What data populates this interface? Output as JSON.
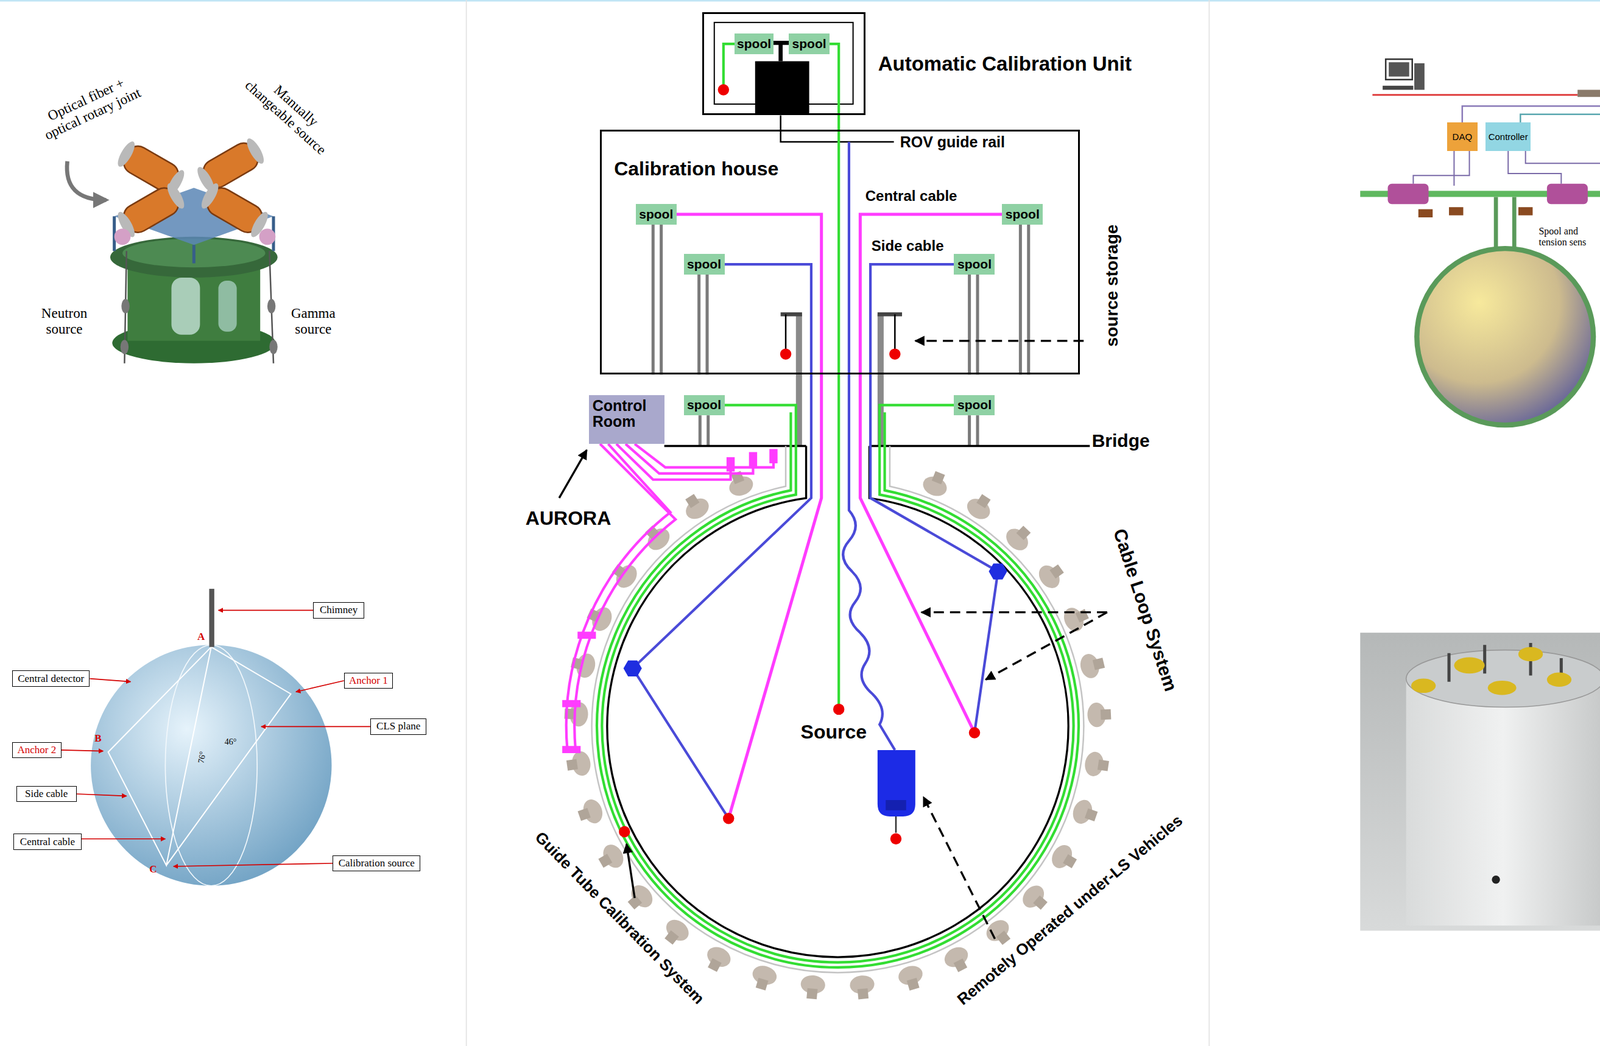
{
  "diagram": {
    "nodes": [
      {
        "text": [
          "Automatic Calibration Unit"
        ]
      },
      {
        "text": [
          "spool"
        ],
        "in": 0
      },
      {
        "text": [
          "spool"
        ],
        "in": 0
      },
      {
        "text": [
          "Calibration house"
        ]
      },
      {
        "text": [
          "spool"
        ],
        "in": 3
      },
      {
        "text": [
          "spool"
        ],
        "in": 3
      },
      {
        "text": [
          "spool"
        ],
        "in": 3
      },
      {
        "text": [
          "spool"
        ],
        "in": 3
      },
      {
        "text": [
          "Control Room"
        ]
      },
      {
        "text": [
          "spool"
        ]
      },
      {
        "text": [
          "spool"
        ]
      },
      {
        "text": [
          "DAQ"
        ]
      },
      {
        "text": [
          "Controller"
        ]
      },
      {
        "text": [
          "Chimney"
        ]
      },
      {
        "text": [
          "Central detector"
        ]
      },
      {
        "text": [
          "Anchor 1"
        ]
      },
      {
        "text": [
          "CLS plane"
        ]
      },
      {
        "text": [
          "Anchor 2"
        ]
      },
      {
        "text": [
          "Side cable"
        ]
      },
      {
        "text": [
          "Central cable"
        ]
      },
      {
        "text": [
          "Calibration source"
        ]
      }
    ],
    "labels": [
      "ROV guide rail",
      "Central cable",
      "Side cable",
      "source storage",
      "Bridge",
      "AURORA",
      "Source",
      "Cable Loop System",
      "Guide Tube Calibration System",
      "Remotely Operated under-LS Vehicles",
      "Optical fiber + optical rotary joint",
      "Manually changeable source",
      "Neutron source",
      "Gamma source",
      "A",
      "B",
      "C",
      "46°",
      "76°",
      "Spool and tension sens"
    ]
  }
}
